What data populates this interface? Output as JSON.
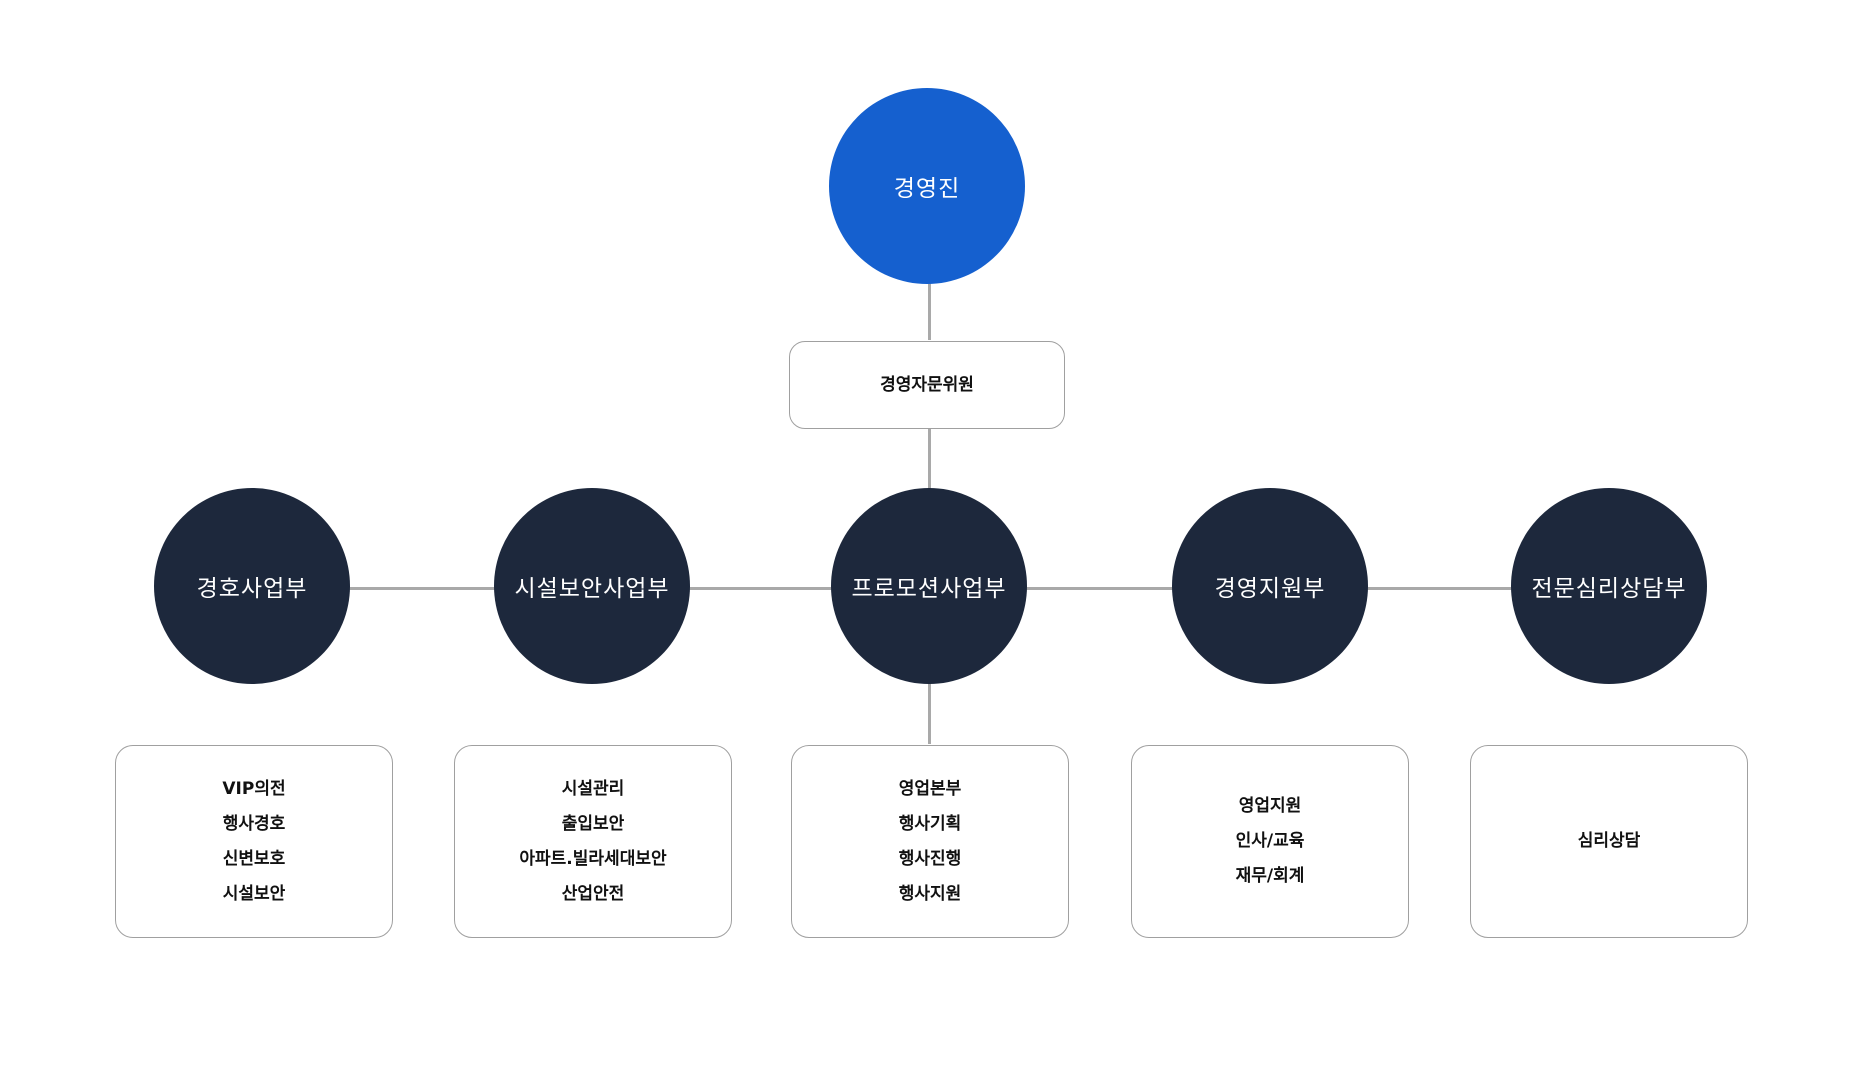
{
  "executive": "경영진",
  "advisory": "경영자문위원",
  "departments": [
    {
      "name": "경호사업부",
      "items": [
        "VIP의전",
        "행사경호",
        "신변보호",
        "시설보안"
      ]
    },
    {
      "name": "시설보안사업부",
      "items": [
        "시설관리",
        "출입보안",
        "아파트.빌라세대보안",
        "산업안전"
      ]
    },
    {
      "name": "프로모션사업부",
      "items": [
        "영업본부",
        "행사기획",
        "행사진행",
        "행사지원"
      ]
    },
    {
      "name": "경영지원부",
      "items": [
        "영업지원",
        "인사/교육",
        "재무/회계"
      ]
    },
    {
      "name": "전문심리상담부",
      "items": [
        "심리상담"
      ]
    }
  ],
  "colors": {
    "executive": "#1560cf",
    "department": "#1d283c",
    "connector": "#a9a9a9"
  }
}
